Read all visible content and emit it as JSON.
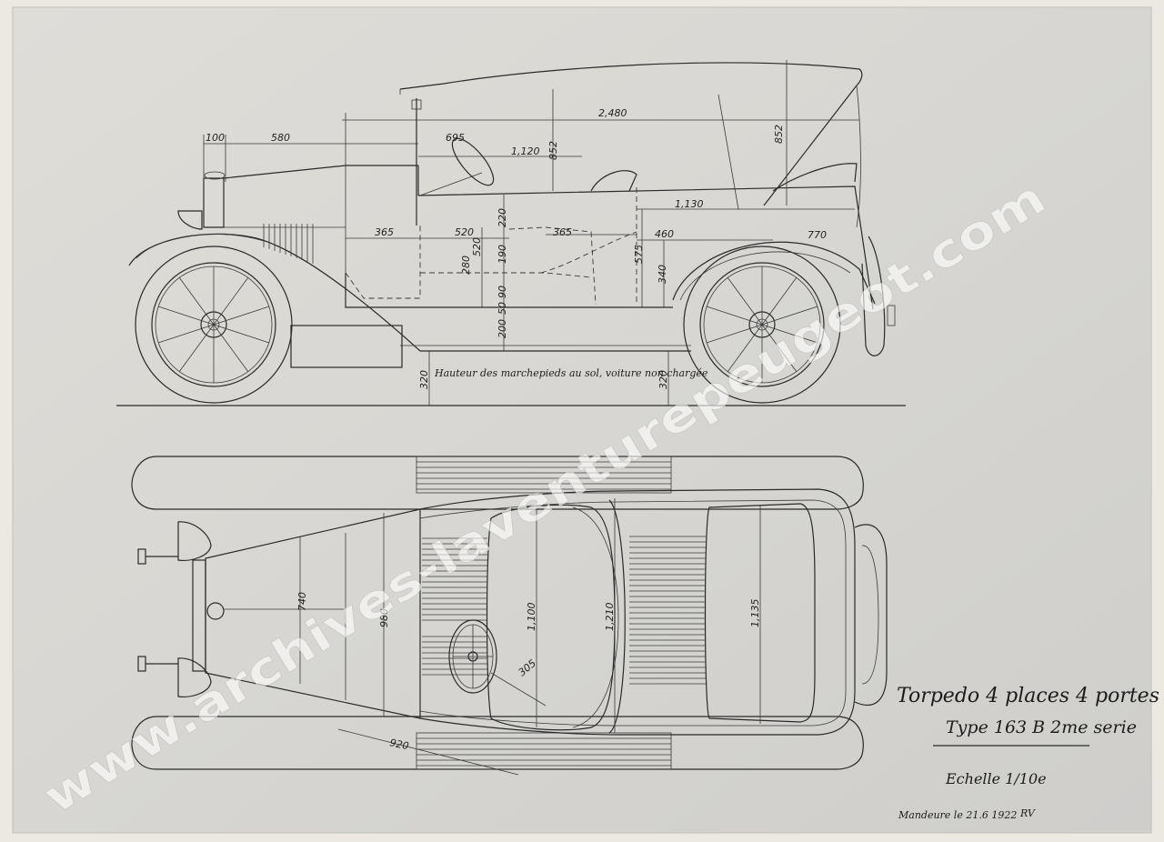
{
  "side_view": {
    "dimensions": {
      "d100": "100",
      "d580": "580",
      "d695": "695",
      "d2480": "2,480",
      "d1120": "1,120",
      "d852a": "852",
      "d852b": "852",
      "d1130": "1,130",
      "d365a": "365",
      "d520a": "520",
      "d520b": "520",
      "d220": "220",
      "d365b": "365",
      "d460": "460",
      "d770": "770",
      "d575": "575",
      "d280": "280",
      "d190": "190",
      "d340": "340",
      "d90": "90",
      "d50": "50",
      "d200": "200",
      "d320a": "320",
      "d320b": "320"
    },
    "ground_note": "Hauteur des marchepieds au sol, voiture non chargée"
  },
  "top_view": {
    "dimensions": {
      "d740": "740",
      "d980": "980",
      "d1100": "1,100",
      "d1210": "1,210",
      "d1135": "1,135",
      "d305": "305",
      "d920": "920"
    }
  },
  "title_block": {
    "title": "Torpedo 4 places 4 portes",
    "type": "Type 163 B 2me serie",
    "scale": "Echelle 1/10e",
    "signature": "Mandeure le 21.6 1922",
    "initials": "RV"
  },
  "watermark": "www.archives-laventurepeugeot.com"
}
